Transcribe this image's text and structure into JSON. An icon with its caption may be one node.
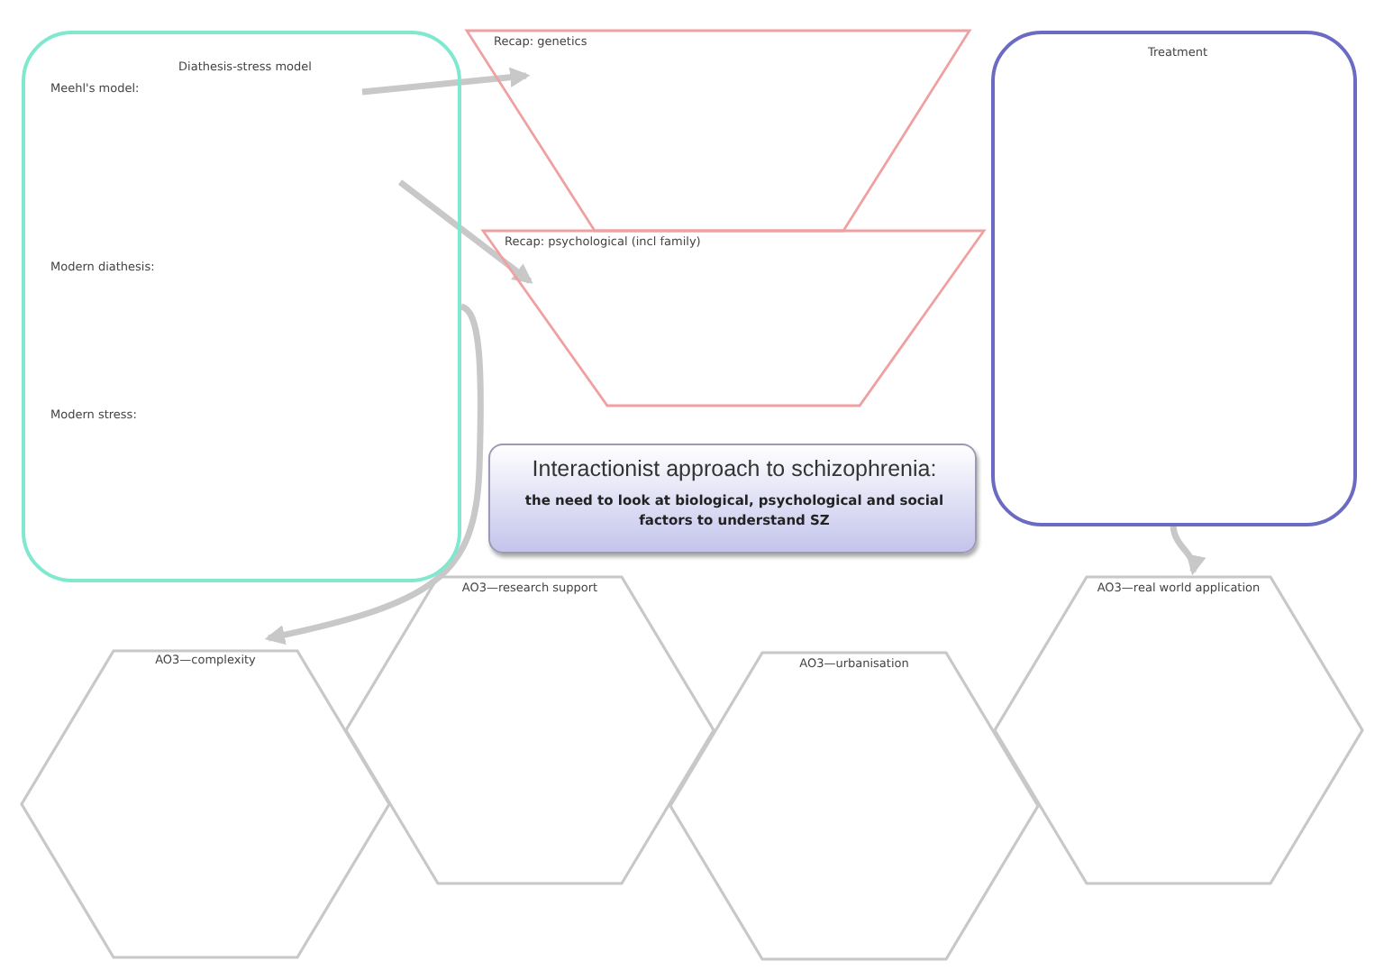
{
  "diagram": {
    "nodes": [
      {
        "text": [
          "Diathesis-stress model",
          "Meehl's model:",
          "Modern diathesis:",
          "Modern stress:"
        ]
      },
      {
        "text": [
          "Recap: genetics"
        ]
      },
      {
        "text": [
          "Recap: psychological (incl family)"
        ]
      },
      {
        "text": [
          "Treatment"
        ]
      },
      {
        "text": [
          "Interactionist approach to schizophrenia:",
          "the need to look at biological, psychological and social factors  to understand SZ"
        ]
      },
      {
        "text": [
          "AO3—complexity"
        ]
      },
      {
        "text": [
          "AO3—research support"
        ]
      },
      {
        "text": [
          "AO3—urbanisation"
        ]
      },
      {
        "text": [
          "AO3—real world application"
        ]
      }
    ],
    "edges": [
      {
        "from": 0,
        "to": 1,
        "arrow": "to"
      },
      {
        "from": 0,
        "to": 2,
        "arrow": "to"
      },
      {
        "from": 0,
        "to": 5,
        "arrow": "to"
      },
      {
        "from": 3,
        "to": 8,
        "arrow": "to"
      }
    ]
  }
}
